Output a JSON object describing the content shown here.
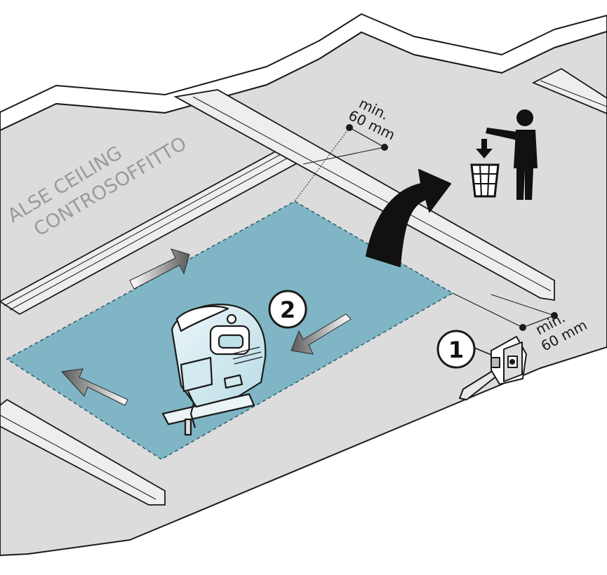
{
  "ceiling_label": {
    "line1": "ALSE CEILING",
    "line2": "CONTROSOFFITTO"
  },
  "dimension_top": {
    "line1": "min.",
    "line2": "60 mm"
  },
  "dimension_right": {
    "line1": "min.",
    "line2": "60 mm"
  },
  "steps": {
    "step1": "1",
    "step2": "2"
  },
  "colors": {
    "ceiling": "#dcdcdc",
    "cutout": "#7fb5c4",
    "outline": "#1a1a1a",
    "arrow": "#111111"
  },
  "icons": {
    "trash": "trash-bin-icon",
    "person": "person-discarding-icon",
    "tape": "tape-measure-icon",
    "saw": "jigsaw-icon"
  }
}
